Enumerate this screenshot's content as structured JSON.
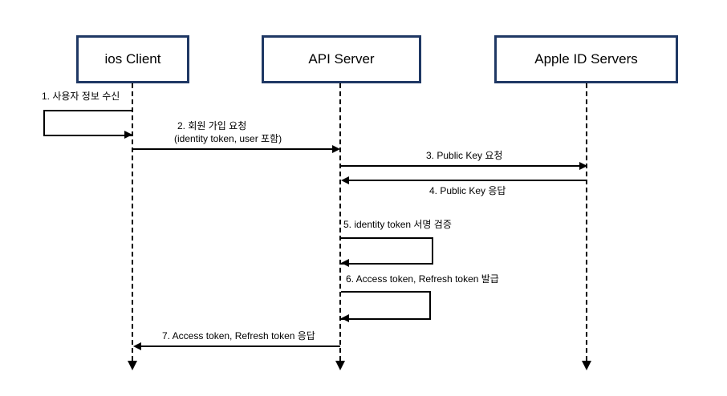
{
  "diagram": {
    "type": "sequence",
    "background_color": "#ffffff",
    "actor_border_color": "#1f3864",
    "line_color": "#000000",
    "actors": [
      {
        "id": "ios",
        "label": "ios Client"
      },
      {
        "id": "api",
        "label": "API Server"
      },
      {
        "id": "apple",
        "label": "Apple ID Servers"
      }
    ],
    "messages": [
      {
        "num": 1,
        "label": "1. 사용자 정보 수신",
        "from": "ios",
        "to": "ios",
        "kind": "self-loop"
      },
      {
        "num": 2,
        "label": "2. 회원 가입 요청",
        "sublabel": "(identity token, user 포함)",
        "from": "ios",
        "to": "api",
        "kind": "arrow"
      },
      {
        "num": 3,
        "label": "3. Public Key 요청",
        "from": "api",
        "to": "apple",
        "kind": "arrow"
      },
      {
        "num": 4,
        "label": "4. Public Key 응답",
        "from": "apple",
        "to": "api",
        "kind": "arrow"
      },
      {
        "num": 5,
        "label": "5. identity token 서명 검증",
        "from": "api",
        "to": "api",
        "kind": "self-loop"
      },
      {
        "num": 6,
        "label": "6. Access token, Refresh token 발급",
        "from": "api",
        "to": "api",
        "kind": "self-loop"
      },
      {
        "num": 7,
        "label": "7. Access token, Refresh token 응답",
        "from": "api",
        "to": "ios",
        "kind": "arrow"
      }
    ]
  }
}
